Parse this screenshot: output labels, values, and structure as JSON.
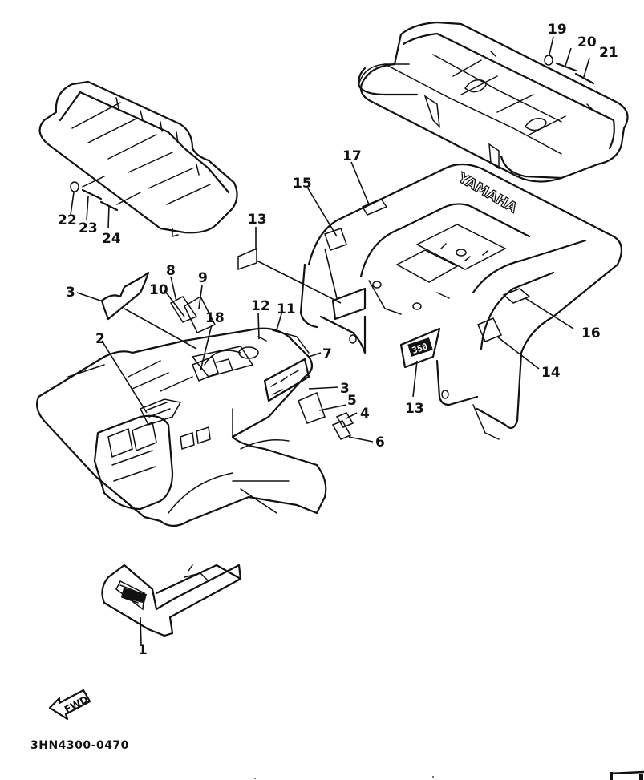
{
  "diagram": {
    "title_code": "3HN4300-0470",
    "direction_arrow_label": "FWD",
    "brand_marking": "YAMAHA",
    "model_badge": "350",
    "callouts": [
      {
        "id": "c1",
        "label": "1",
        "part": "front panel emblem"
      },
      {
        "id": "c2",
        "label": "2",
        "part": "front fender emblem"
      },
      {
        "id": "c3a",
        "label": "3",
        "part": "side stripe (left)"
      },
      {
        "id": "c3b",
        "label": "3",
        "part": "side stripe (right)"
      },
      {
        "id": "c4",
        "label": "4",
        "part": "label"
      },
      {
        "id": "c5",
        "label": "5",
        "part": "label"
      },
      {
        "id": "c6",
        "label": "6",
        "part": "label"
      },
      {
        "id": "c7",
        "label": "7",
        "part": "label"
      },
      {
        "id": "c8",
        "label": "8",
        "part": "label"
      },
      {
        "id": "c9",
        "label": "9",
        "part": "label"
      },
      {
        "id": "c10",
        "label": "10",
        "part": "label"
      },
      {
        "id": "c11",
        "label": "11",
        "part": "label"
      },
      {
        "id": "c12",
        "label": "12",
        "part": "label"
      },
      {
        "id": "c13a",
        "label": "13",
        "part": "label"
      },
      {
        "id": "c13b",
        "label": "13",
        "part": "model badge 350"
      },
      {
        "id": "c14",
        "label": "14",
        "part": "label"
      },
      {
        "id": "c15",
        "label": "15",
        "part": "label"
      },
      {
        "id": "c16",
        "label": "16",
        "part": "label"
      },
      {
        "id": "c17",
        "label": "17",
        "part": "label"
      },
      {
        "id": "c18",
        "label": "18",
        "part": "label"
      },
      {
        "id": "c19",
        "label": "19",
        "part": "rear carrier cap"
      },
      {
        "id": "c20",
        "label": "20",
        "part": "rear carrier reflector"
      },
      {
        "id": "c21",
        "label": "21",
        "part": "rear carrier strip"
      },
      {
        "id": "c22",
        "label": "22",
        "part": "front carrier cap"
      },
      {
        "id": "c23",
        "label": "23",
        "part": "front carrier reflector"
      },
      {
        "id": "c24",
        "label": "24",
        "part": "front carrier strip"
      }
    ]
  }
}
